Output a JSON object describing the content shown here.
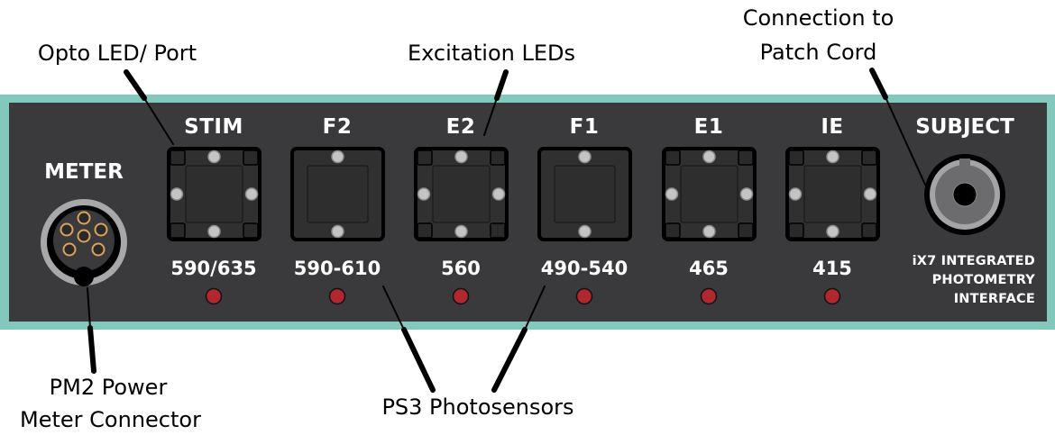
{
  "device": {
    "name_lines": [
      "iX7 INTEGRATED",
      "PHOTOMETRY",
      "INTERFACE"
    ],
    "colors": {
      "frame": "#82c8bc",
      "panel": "#3a3a3c",
      "led": "#b0282e",
      "screw": "#c4c4c4",
      "pin": "#d9a35a"
    }
  },
  "meter": {
    "label": "METER"
  },
  "subject": {
    "label": "SUBJECT"
  },
  "ports": [
    {
      "name": "STIM",
      "wavelength": "590/635",
      "type": "four-screw"
    },
    {
      "name": "F2",
      "wavelength": "590-610",
      "type": "two-screw"
    },
    {
      "name": "E2",
      "wavelength": "560",
      "type": "four-screw"
    },
    {
      "name": "F1",
      "wavelength": "490-540",
      "type": "two-screw"
    },
    {
      "name": "E1",
      "wavelength": "465",
      "type": "four-screw"
    },
    {
      "name": "IE",
      "wavelength": "415",
      "type": "four-screw"
    }
  ],
  "callouts": {
    "opto": "Opto LED/ Port",
    "excitation": "Excitation LEDs",
    "connection_line1": "Connection to",
    "connection_line2": "Patch Cord",
    "pm2_line1": "PM2 Power",
    "pm2_line2": "Meter Connector",
    "photosensors": "PS3 Photosensors"
  }
}
